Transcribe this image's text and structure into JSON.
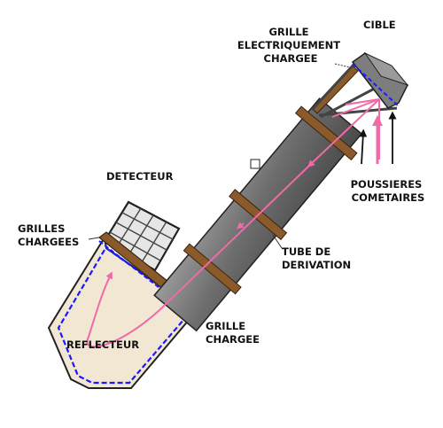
{
  "diagram": {
    "labels": {
      "grille_electrique": [
        "GRILLE",
        "ELECTRIQUEMENT",
        "CHARGEE"
      ],
      "cible": [
        "CIBLE"
      ],
      "poussieres": [
        "POUSSIERES",
        "COMETAIRES"
      ],
      "tube": [
        "TUBE DE",
        "DERIVATION"
      ],
      "detecteur": [
        "DETECTEUR"
      ],
      "grilles_chargees": [
        "GRILLES",
        "CHARGEES"
      ],
      "reflecteur": [
        "REFLECTEUR"
      ],
      "grille_chargee": [
        "GRILLE",
        "CHARGEE"
      ]
    },
    "colors": {
      "tube": "#707070",
      "flange": "#8b5a2b",
      "reflector_fill": "#f1e7d3",
      "grid_blue": "#1a1aff",
      "beam": "#f06aa8",
      "outline": "#222222"
    }
  }
}
